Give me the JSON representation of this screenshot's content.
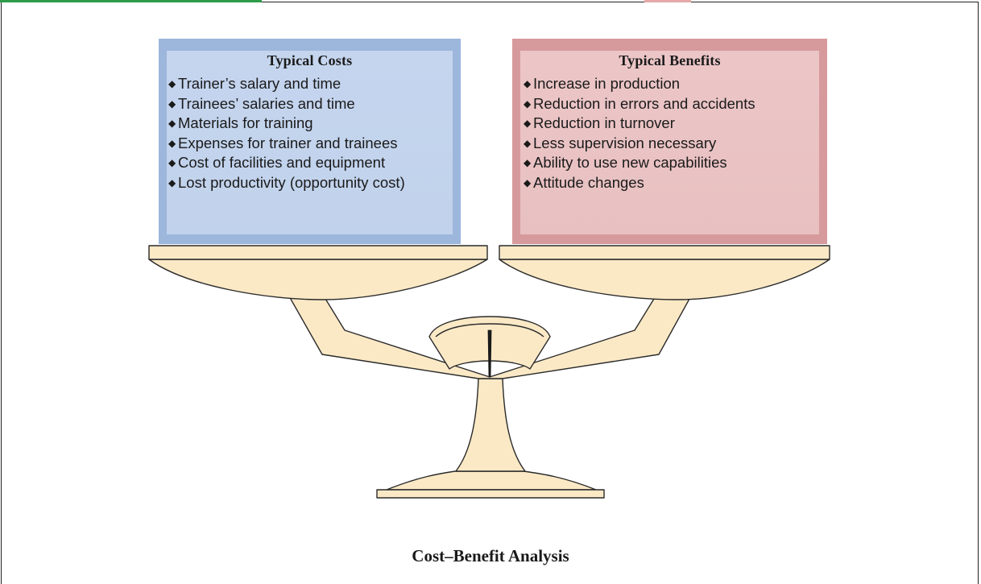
{
  "colors": {
    "costs_panel": "#c3d3ed",
    "benefits_panel": "#eac3c4",
    "scale_fill": "#fbe9c6",
    "scale_stroke": "#2a2a2a"
  },
  "costs": {
    "title": "Typical Costs",
    "items": [
      "Trainer’s salary and time",
      "Trainees’ salaries and time",
      "Materials for training",
      "Expenses for trainer and trainees",
      "Cost of facilities and equipment",
      "Lost productivity (opportunity cost)"
    ]
  },
  "benefits": {
    "title": "Typical Benefits",
    "items": [
      "Increase in production",
      "Reduction in errors and accidents",
      "Reduction in turnover",
      "Less supervision necessary",
      "Ability to use new capabilities",
      "Attitude changes"
    ]
  },
  "caption": "Cost–Benefit Analysis",
  "bullet_glyph": "◆"
}
